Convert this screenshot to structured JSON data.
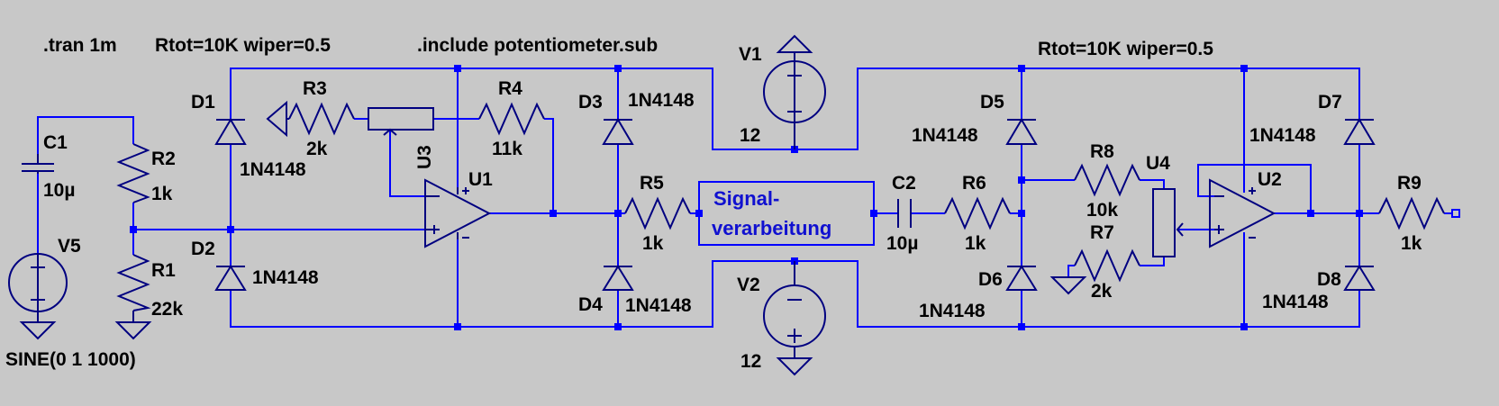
{
  "directives": {
    "tran": ".tran 1m",
    "include": ".include potentiometer.sub",
    "pot_params_left": "Rtot=10K wiper=0.5",
    "pot_params_right": "Rtot=10K wiper=0.5"
  },
  "sources": {
    "v1_name": "V1",
    "v1_value": "12",
    "v2_name": "V2",
    "v2_value": "12",
    "v5_name": "V5",
    "v5_value": "SINE(0 1 1000)"
  },
  "capacitors": {
    "c1_name": "C1",
    "c1_value": "10µ",
    "c2_name": "C2",
    "c2_value": "10µ"
  },
  "resistors": {
    "r1_name": "R1",
    "r1_value": "22k",
    "r2_name": "R2",
    "r2_value": "1k",
    "r3_name": "R3",
    "r3_value": "2k",
    "r4_name": "R4",
    "r4_value": "11k",
    "r5_name": "R5",
    "r5_value": "1k",
    "r6_name": "R6",
    "r6_value": "1k",
    "r7_name": "R7",
    "r7_value": "2k",
    "r8_name": "R8",
    "r8_value": "10k",
    "r9_name": "R9",
    "r9_value": "1k"
  },
  "diodes": {
    "d1_name": "D1",
    "d1_value": "1N4148",
    "d2_name": "D2",
    "d2_value": "1N4148",
    "d3_name": "D3",
    "d3_value": "1N4148",
    "d4_name": "D4",
    "d4_value": "1N4148",
    "d5_name": "D5",
    "d5_value": "1N4148",
    "d6_name": "D6",
    "d6_value": "1N4148",
    "d7_name": "D7",
    "d7_value": "1N4148",
    "d8_name": "D8",
    "d8_value": "1N4148"
  },
  "opamps": {
    "u1_name": "U1",
    "u2_name": "U2"
  },
  "potentiometers": {
    "u3_name": "U3",
    "u4_name": "U4"
  },
  "block": {
    "line1": "Signal-",
    "line2": "verarbeitung"
  },
  "colors": {
    "background": "#c8c8c8",
    "wire": "#0000ff",
    "symbol": "#000080",
    "label": "#000000",
    "block_text": "#1010d0"
  }
}
